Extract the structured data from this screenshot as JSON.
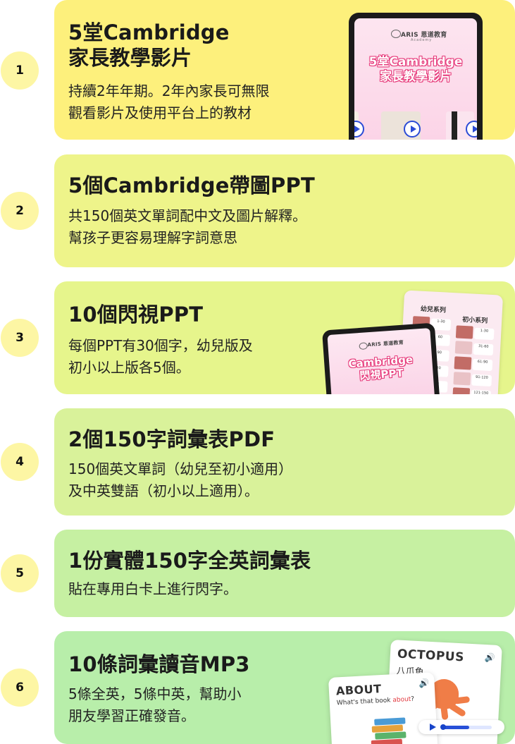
{
  "colors": {
    "badge": "#fdf6a4",
    "card_1": "#fdf07c",
    "card_2": "#eef48a",
    "card_3": "#e6f58c",
    "card_4": "#d9f29a",
    "card_5": "#c6f0a2",
    "card_6": "#b8eeaa",
    "promo_pink": "#e6397a",
    "brand_blue": "#2b4bd6"
  },
  "items": [
    {
      "number": "1",
      "title": "5堂Cambridge\n家長教學影片",
      "description": "持續2年年期。2年內家長可無限\n觀看影片及使用平台上的教材",
      "image": {
        "logo": "ARIS 恩道教育",
        "logo_sub": "Academy",
        "promo_text": "5堂Cambridge\n家長教學影片",
        "icons": [
          "play-icon",
          "play-icon",
          "play-icon"
        ]
      }
    },
    {
      "number": "2",
      "title": "5個Cambridge帶圖PPT",
      "description": "共150個英文單詞配中文及圖片解釋。\n幫孩子更容易理解字詞意思"
    },
    {
      "number": "3",
      "title": "10個閃視PPT",
      "description": "每個PPT有30個字，幼兒版及\n初小以上版各5個。",
      "image": {
        "sheet_heading_left": "幼兒系列",
        "sheet_heading_right": "初小系列",
        "ranges_right": [
          "1-30",
          "31-60",
          "61-90",
          "91-120",
          "121-150"
        ],
        "ranges_left": [
          "1-30",
          "60",
          "90",
          "20",
          "0"
        ],
        "logo": "ARIS 恩道教育",
        "promo_text": "Cambridge\n閃視PPT"
      }
    },
    {
      "number": "4",
      "title": "2個150字詞彙表PDF",
      "description": "150個英文單詞（幼兒至初小適用）\n及中英雙語（初小以上適用）。"
    },
    {
      "number": "5",
      "title": "1份實體150字全英詞彙表",
      "description": "貼在專用白卡上進行閃字。"
    },
    {
      "number": "6",
      "title": "10條詞彙讀音MP3",
      "description": "5條全英，5條中英，幫助小\n朋友學習正確發音。",
      "image": {
        "card_back_word": "OCTOPUS",
        "card_back_translation": "八爪魚",
        "card_front_word": "ABOUT",
        "card_front_sentence_pre": "What's that book ",
        "card_front_sentence_hl": "about",
        "card_front_sentence_post": "?",
        "icons": [
          "speaker-icon",
          "play-icon"
        ],
        "audio_progress": 0.55
      }
    }
  ]
}
